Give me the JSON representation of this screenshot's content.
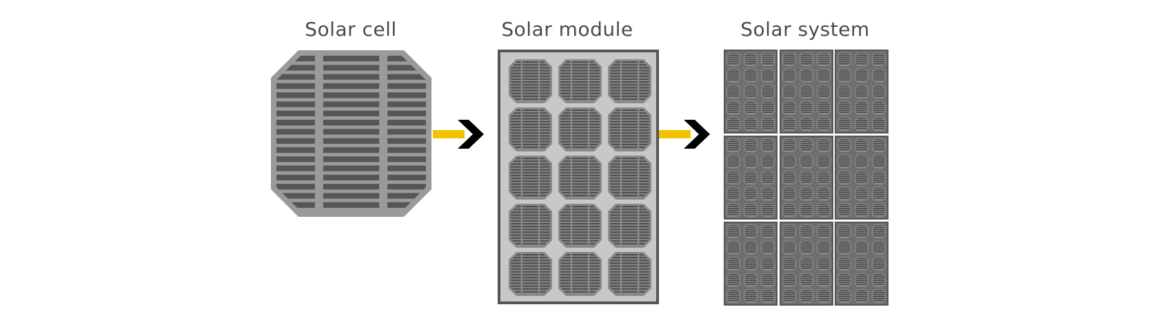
{
  "titles": {
    "cell": "Solar cell",
    "module": "Solar module",
    "system": "Solar system"
  },
  "colors": {
    "background": "#ffffff",
    "cell_frame": "#9a9a9a",
    "cell_bar": "#565656",
    "module_border": "#4a4a4a",
    "module_fill": "#c8c8c8",
    "arrow": "#f5c200",
    "system_panel": "#6e6e6e",
    "system_cell": "#4a4a4a",
    "text": "#4a4a4a"
  },
  "module_layout": {
    "columns": 3,
    "rows": 5
  },
  "system_layout": {
    "panel_columns": 3,
    "panel_rows": 3,
    "cell_columns": 3,
    "cell_rows": 5
  },
  "icons": [
    "arrow-right-icon",
    "solar-cell-icon",
    "solar-module-icon",
    "solar-system-icon"
  ]
}
